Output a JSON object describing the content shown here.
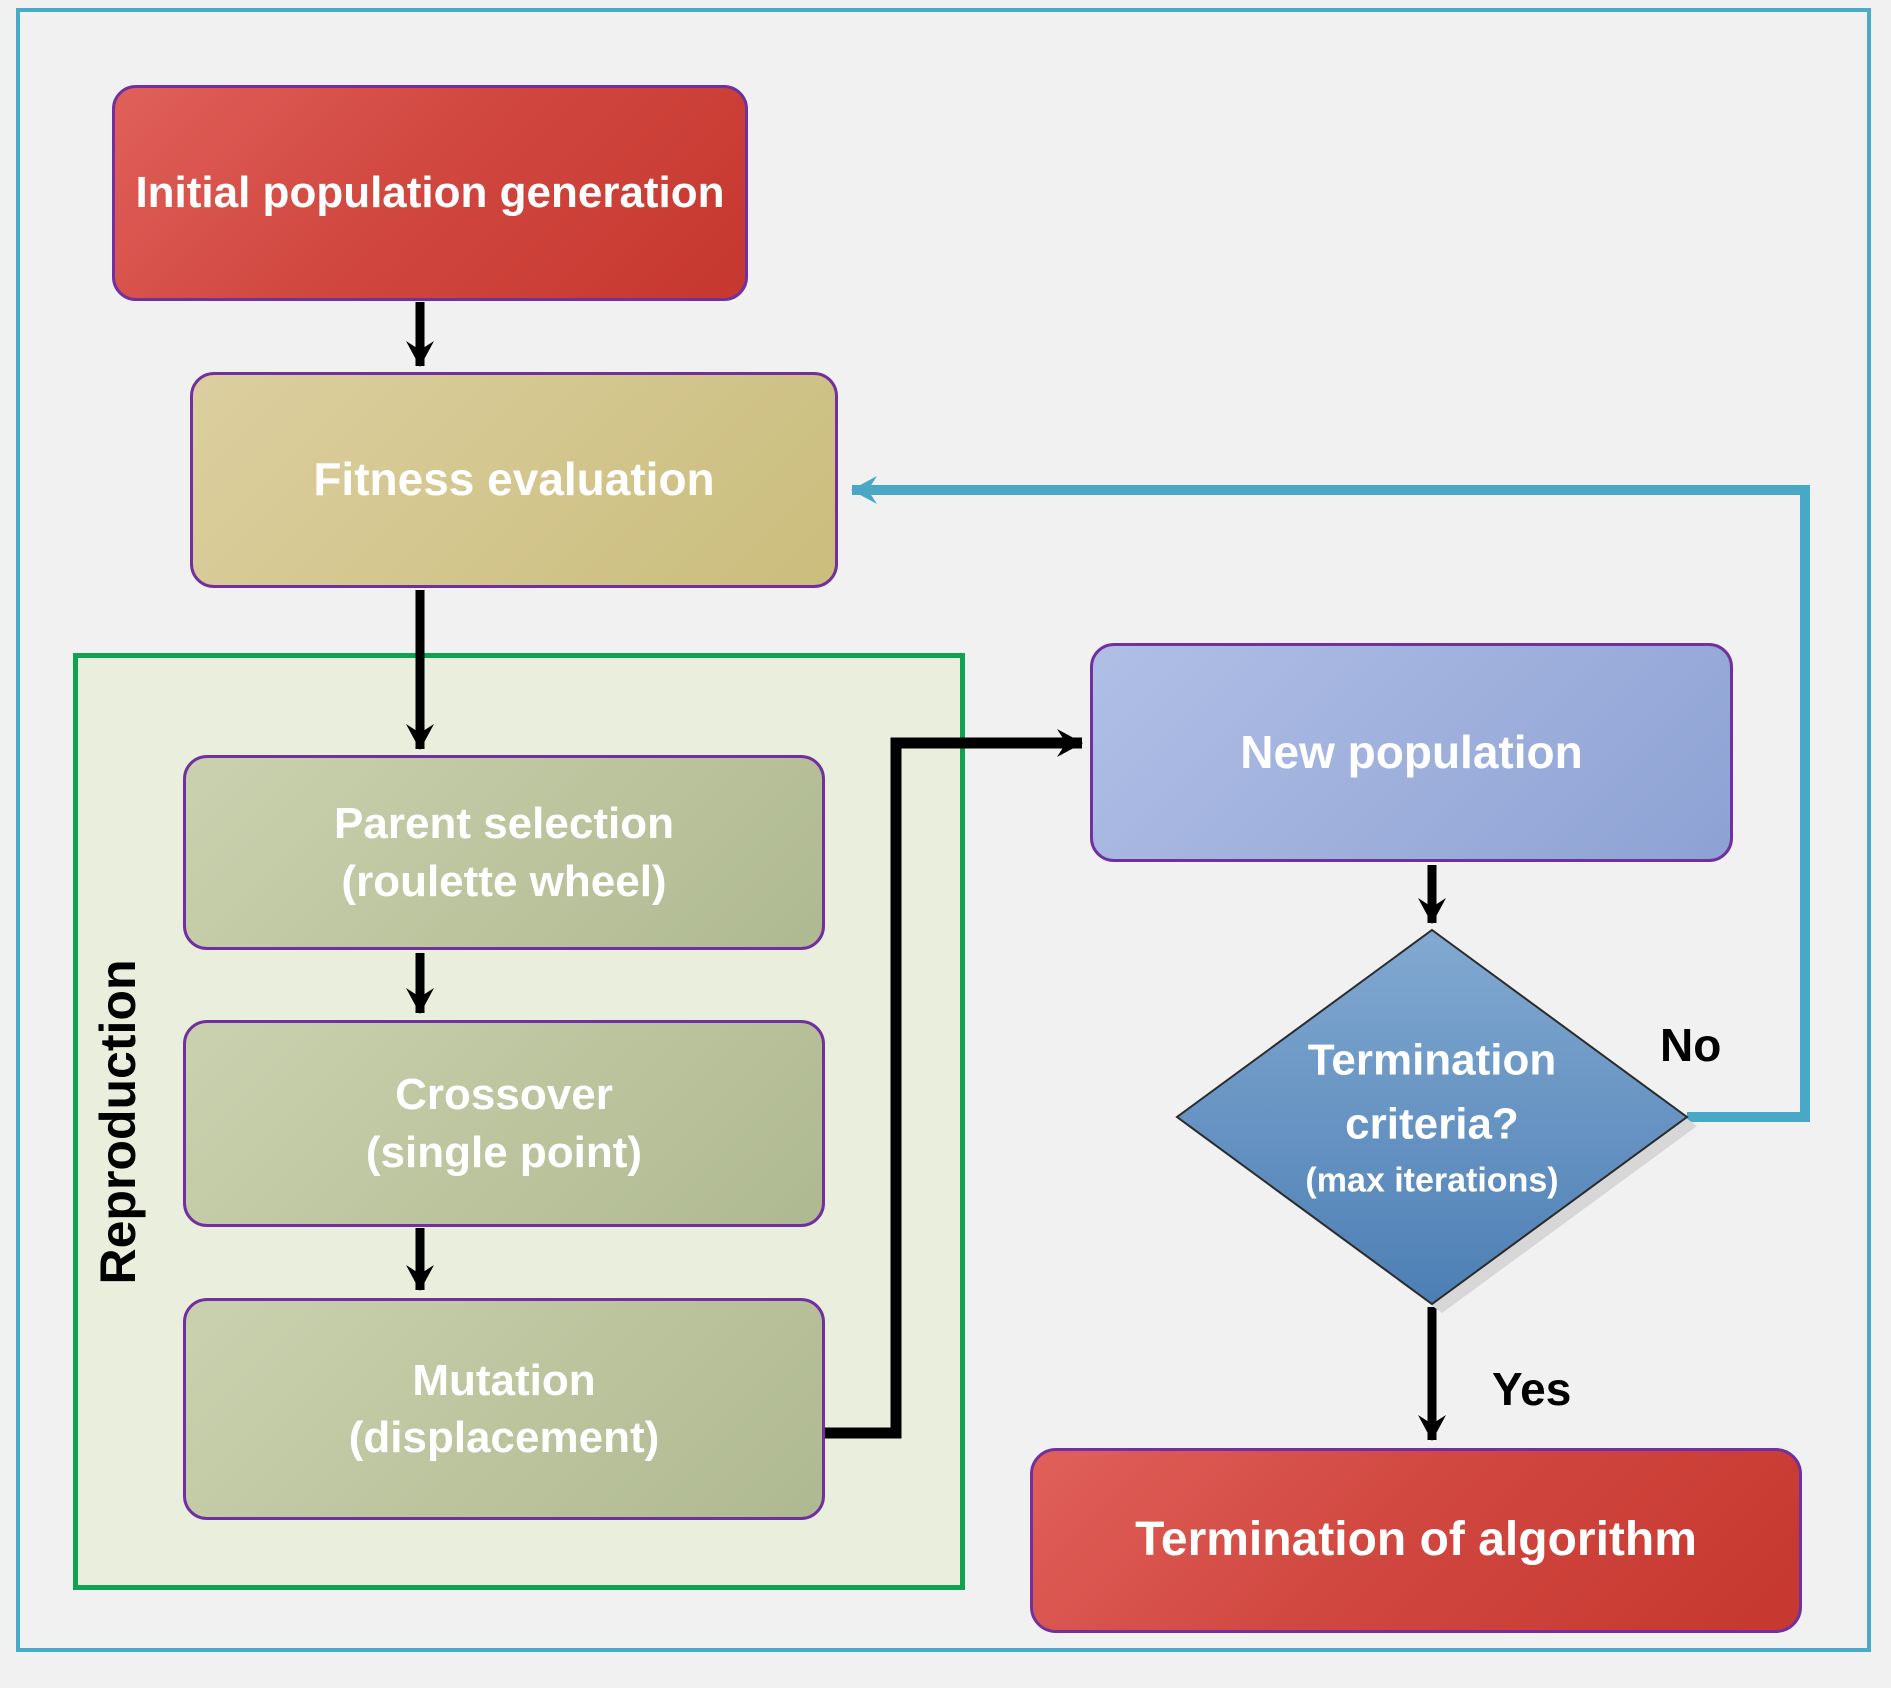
{
  "diagram": {
    "type": "flowchart",
    "topic": "Genetic algorithm flow",
    "nodes": {
      "initial_population": {
        "label": "Initial population generation"
      },
      "fitness_evaluation": {
        "label": "Fitness evaluation"
      },
      "reproduction_group": {
        "label": "Reproduction"
      },
      "parent_selection": {
        "line1": "Parent selection",
        "line2": "(roulette wheel)"
      },
      "crossover": {
        "line1": "Crossover",
        "line2": "(single point)"
      },
      "mutation": {
        "line1": "Mutation",
        "line2": "(displacement)"
      },
      "new_population": {
        "label": "New population"
      },
      "termination_decision": {
        "line1": "Termination",
        "line2": "criteria?",
        "line3": "(max iterations)"
      },
      "termination_of_algorithm": {
        "label": "Termination of algorithm"
      }
    },
    "edge_labels": {
      "no": "No",
      "yes": "Yes"
    },
    "colors": {
      "frame_teal": "#4aabc8",
      "loop_teal": "#49a8c6",
      "node_border_purple": "#7030a0",
      "group_border_green": "#10a251",
      "group_fill_green": "#e9efdc",
      "start_end_red": "#cf3f38",
      "fitness_tan": "#d3c68e",
      "reproduction_sage": "#bdc59f",
      "new_population_blue": "#9fb0dd",
      "decision_blue": "#5c8bc0",
      "arrow_black": "#000000",
      "page_background": "#f1f1f2"
    }
  }
}
